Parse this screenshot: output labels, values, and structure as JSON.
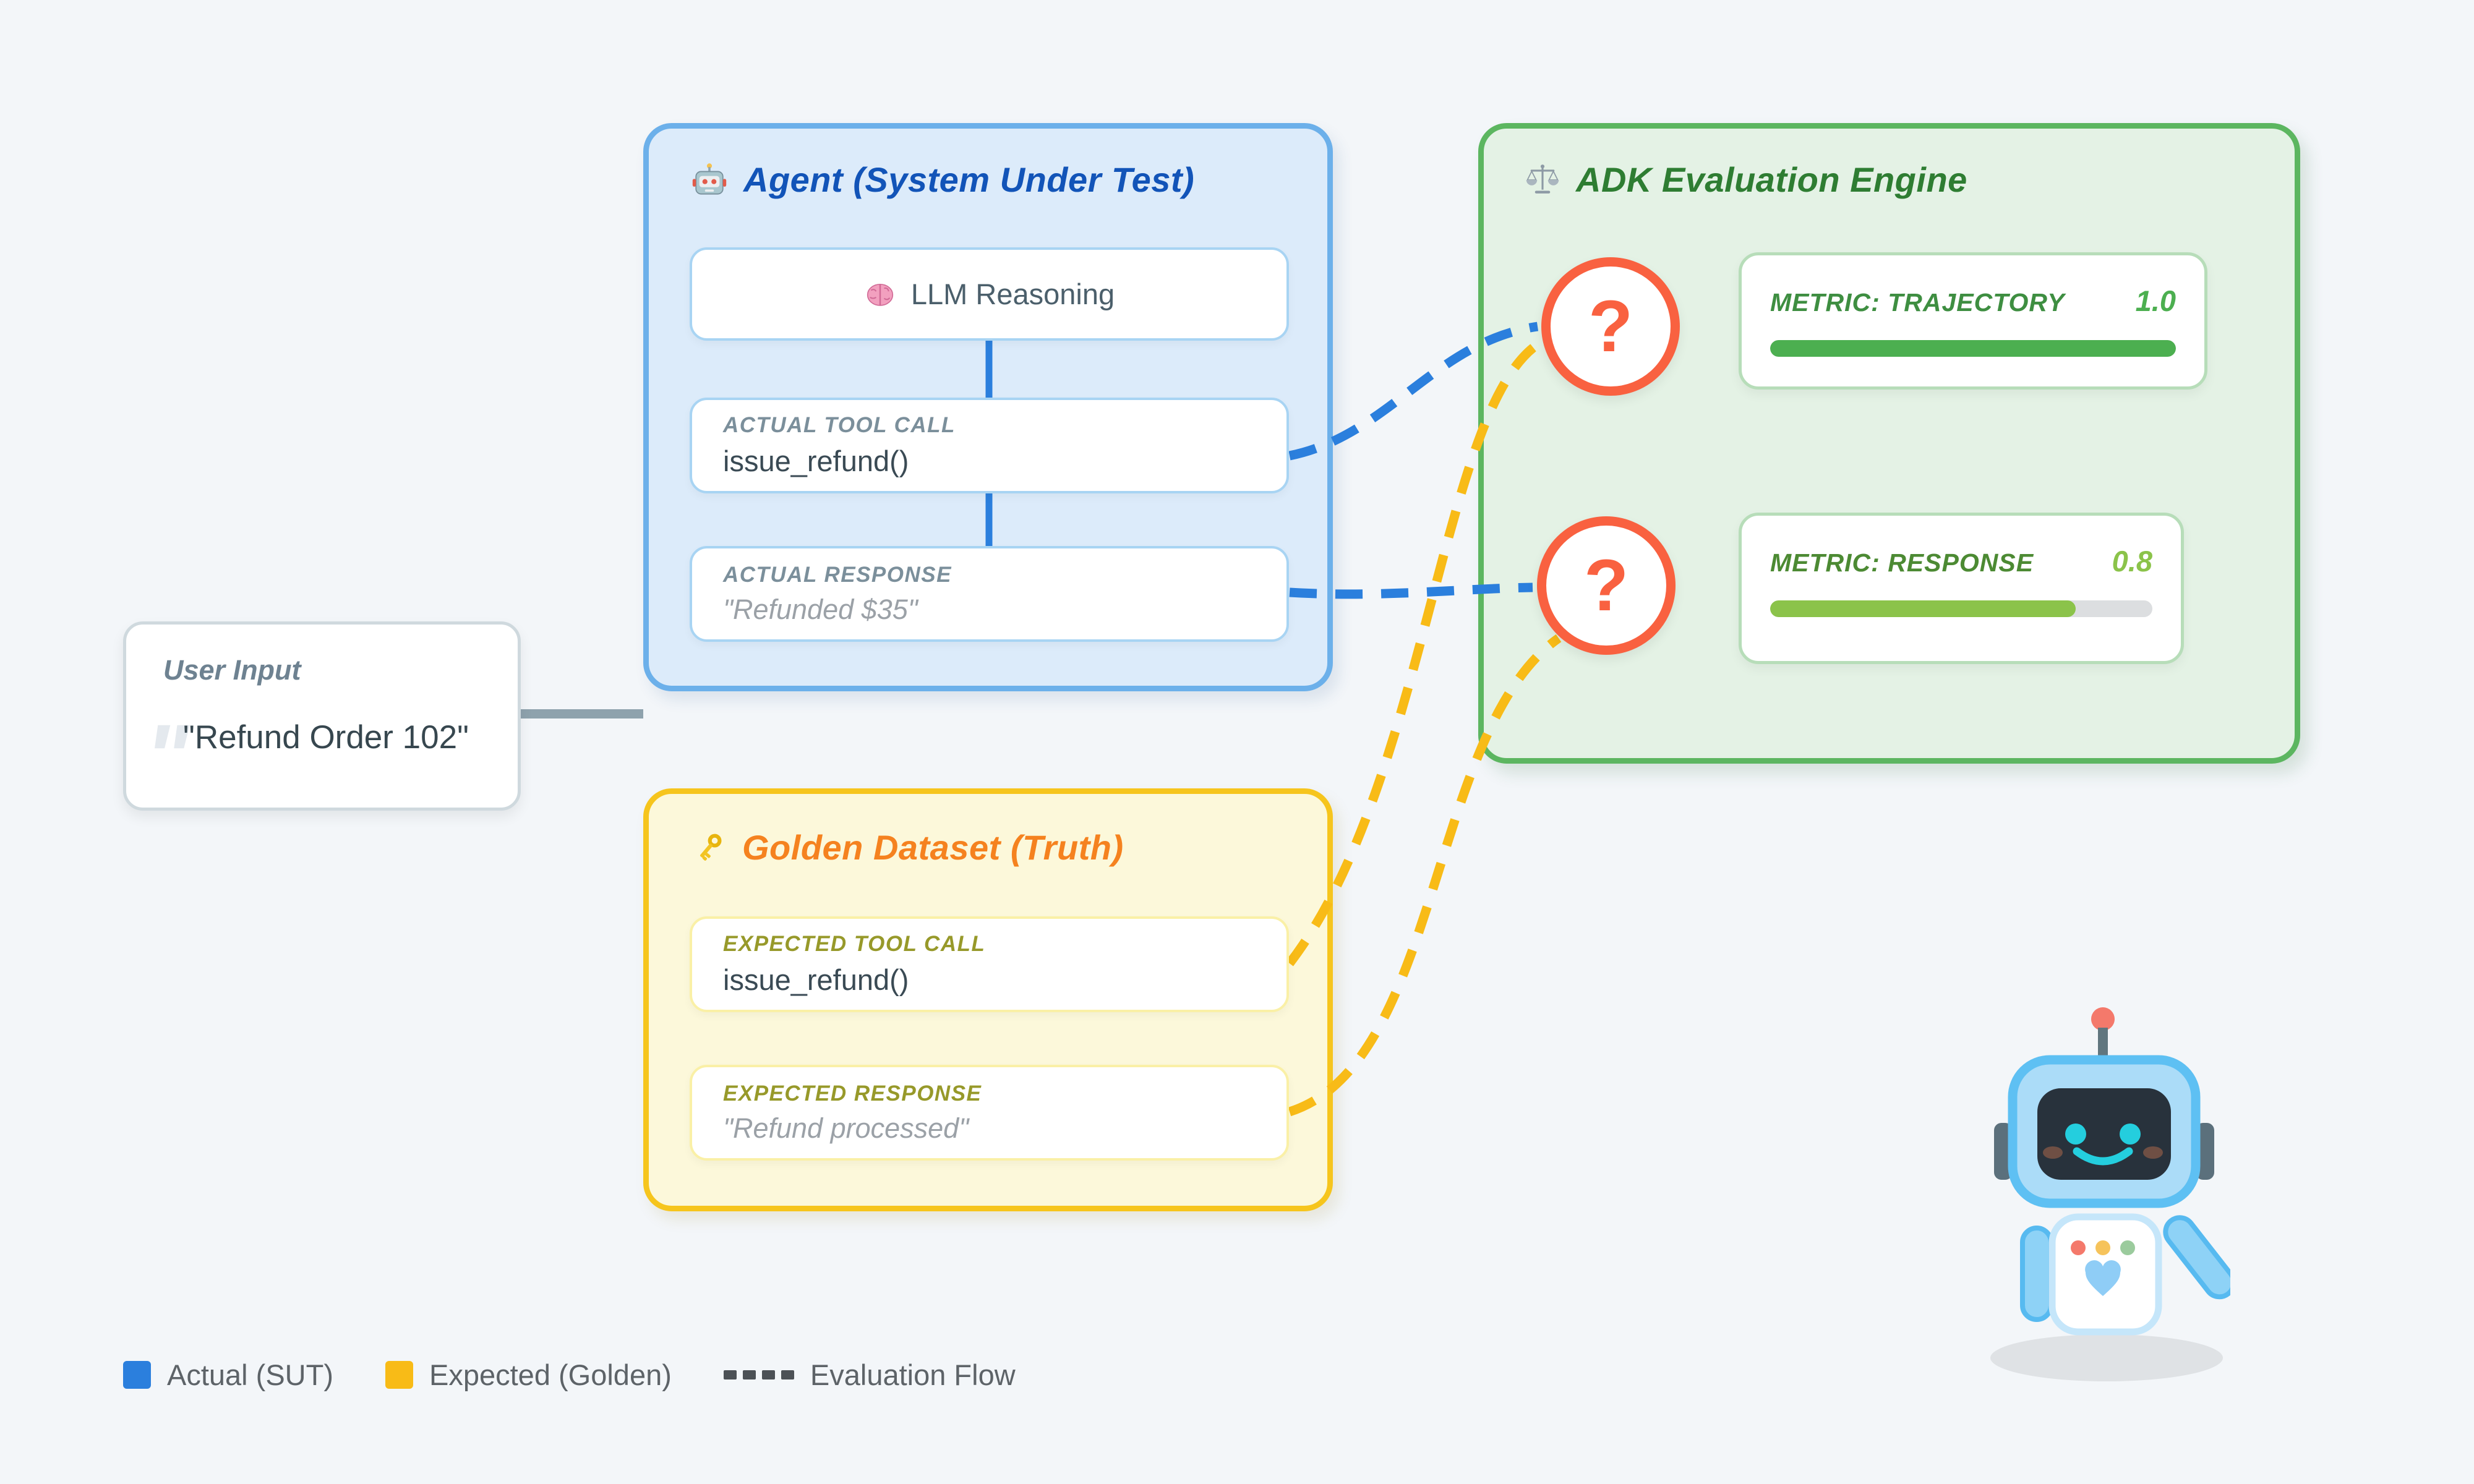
{
  "user_input": {
    "title": "User Input",
    "quote_mark": "\"",
    "value": "\"Refund Order 102\""
  },
  "agent": {
    "icon": "robot-icon",
    "title": "Agent (System Under Test)",
    "llm_node": {
      "icon": "brain-icon",
      "label": "LLM Reasoning"
    },
    "nodes": [
      {
        "label": "ACTUAL TOOL CALL",
        "value": "issue_refund()"
      },
      {
        "label": "ACTUAL RESPONSE",
        "value": "\"Refunded $35\""
      }
    ]
  },
  "golden": {
    "icon": "key-icon",
    "title": "Golden Dataset (Truth)",
    "nodes": [
      {
        "label": "EXPECTED TOOL CALL",
        "value": "issue_refund()"
      },
      {
        "label": "EXPECTED RESPONSE",
        "value": "\"Refund processed\""
      }
    ]
  },
  "engine": {
    "icon": "scales-icon",
    "title": "ADK Evaluation Engine",
    "question_mark": "?",
    "metrics": [
      {
        "label": "METRIC: TRAJECTORY",
        "value": "1.0",
        "progress": 1.0,
        "bar_style": "width:100%;background:#4caf50"
      },
      {
        "label": "METRIC: RESPONSE",
        "value": "0.8",
        "progress": 0.8,
        "bar_style": "width:80%;background:#8bc34a"
      }
    ]
  },
  "legend": {
    "items": [
      {
        "label": "Actual (SUT)",
        "swatch_style": "background:#2b7fdd"
      },
      {
        "label": "Expected (Golden)",
        "swatch_style": "background:#f8bb17"
      },
      {
        "label": "Evaluation Flow"
      }
    ]
  },
  "mascot": {
    "icon": "robot-mascot"
  },
  "colors": {
    "background": "#f3f6f9",
    "actual_blue": "#2b7fdd",
    "expected_yellow": "#f8bb17",
    "agent_bg": "#dcebfa",
    "agent_border": "#6cb0ea",
    "agent_title": "#1254b8",
    "golden_bg": "#fcf8da",
    "golden_border": "#f6c51d",
    "golden_title": "#f5821f",
    "engine_bg": "#e4f2e5",
    "engine_border": "#5cb660",
    "engine_title": "#2e7d32",
    "question_orange": "#f96140",
    "trajectory_green": "#4caf50",
    "response_green": "#8bc34a",
    "connector_gray": "#8ea2ad"
  }
}
